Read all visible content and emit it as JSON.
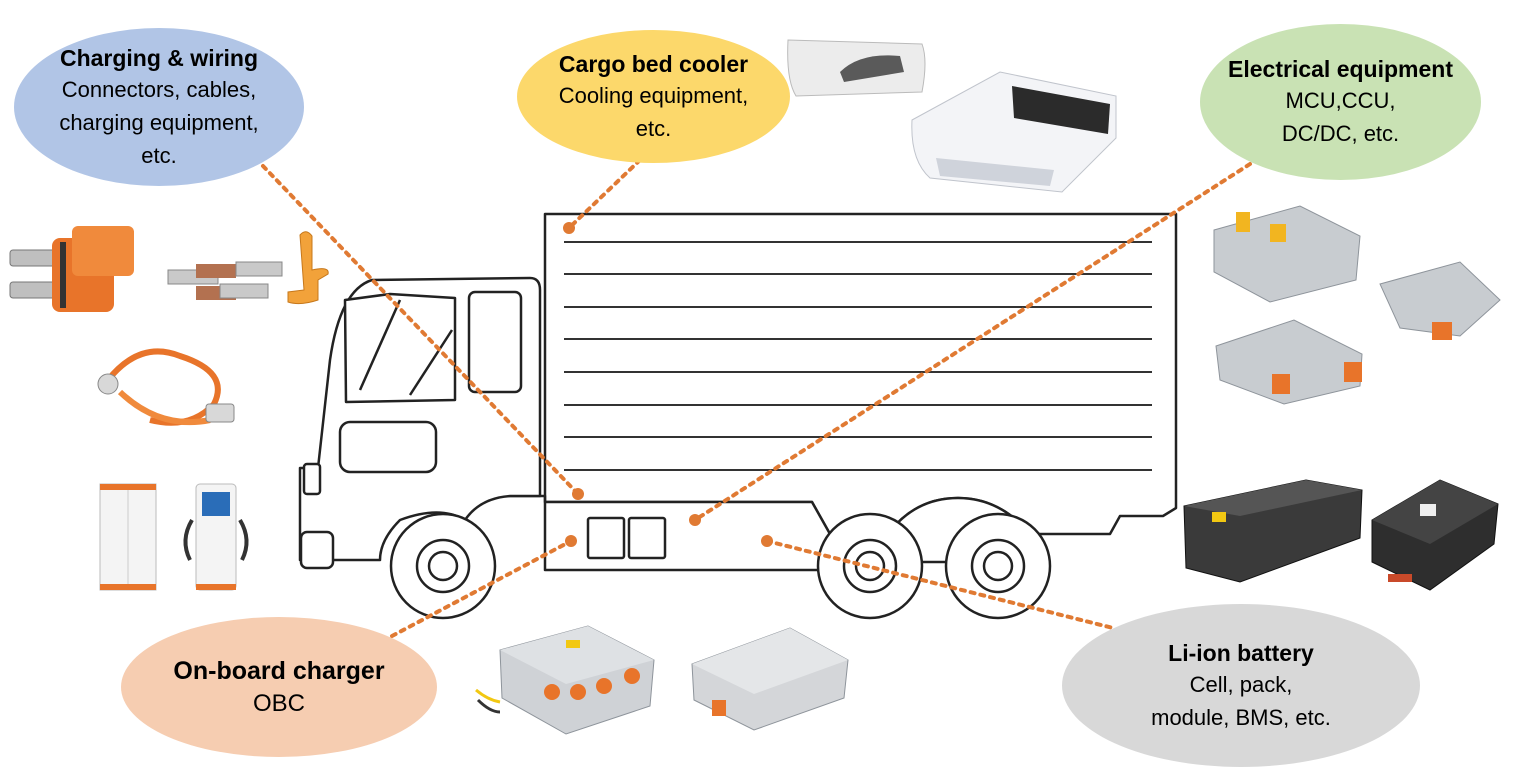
{
  "callouts": {
    "charging": {
      "title": "Charging & wiring",
      "lines": [
        "Connectors, cables,",
        "charging equipment,",
        "etc."
      ]
    },
    "cooler": {
      "title": "Cargo bed cooler",
      "lines": [
        "Cooling equipment,",
        "etc."
      ]
    },
    "electrical": {
      "title": "Electrical equipment",
      "lines": [
        "MCU,CCU,",
        "DC/DC, etc."
      ]
    },
    "obc": {
      "title": "On-board charger",
      "lines": [
        "OBC"
      ]
    },
    "battery": {
      "title": "Li-ion battery",
      "lines": [
        "Cell, pack,",
        "module, BMS, etc."
      ]
    }
  },
  "colors": {
    "charging": "#b1c5e6",
    "cooler": "#fcd86b",
    "electrical": "#c9e2b4",
    "obc": "#f6cdb1",
    "battery": "#d8d8d8",
    "leader_line": "#e07a33",
    "product_orange": "#e8742a"
  },
  "product_images": [
    "hv-connector",
    "busbars",
    "flex-busbar",
    "orange-cable-harness",
    "charging-cabinet",
    "dc-charging-post",
    "roof-cooling-unit-small",
    "roof-cooling-unit-large",
    "motor-controller-unit",
    "dc-dc-converter",
    "control-box",
    "battery-pack-long",
    "battery-module-black",
    "obc-unit-1",
    "obc-unit-2"
  ]
}
